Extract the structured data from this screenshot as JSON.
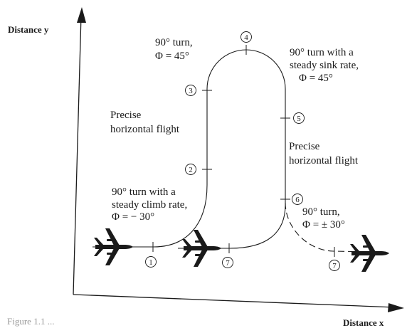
{
  "axes": {
    "y_label": "Distance y",
    "x_label": "Distance x"
  },
  "annotations": {
    "turn_top_left": [
      "90° turn,",
      "Φ = 45°"
    ],
    "turn_top_right": [
      "90°  turn with a",
      "steady sink rate,",
      "Φ = 45°"
    ],
    "precise_left": [
      "Precise",
      "horizontal flight"
    ],
    "precise_right": [
      "Precise",
      "horizontal flight"
    ],
    "climb": [
      "90° turn with a",
      "steady climb rate,",
      "Φ = − 30°"
    ],
    "turn_bottom_right": [
      "90° turn,",
      "Φ = ± 30°"
    ]
  },
  "markers": [
    {
      "id": "marker-1",
      "label": "1"
    },
    {
      "id": "marker-2",
      "label": "2"
    },
    {
      "id": "marker-3",
      "label": "3"
    },
    {
      "id": "marker-4",
      "label": "4"
    },
    {
      "id": "marker-5",
      "label": "5"
    },
    {
      "id": "marker-6",
      "label": "6"
    },
    {
      "id": "marker-7a",
      "label": "7"
    },
    {
      "id": "marker-7b",
      "label": "7"
    }
  ],
  "caption": "Figure 1.1 ...",
  "colors": {
    "ink": "#1a1a1a",
    "background": "#ffffff"
  },
  "icons": [
    "airplane-icon",
    "airplane-icon",
    "airplane-icon"
  ]
}
